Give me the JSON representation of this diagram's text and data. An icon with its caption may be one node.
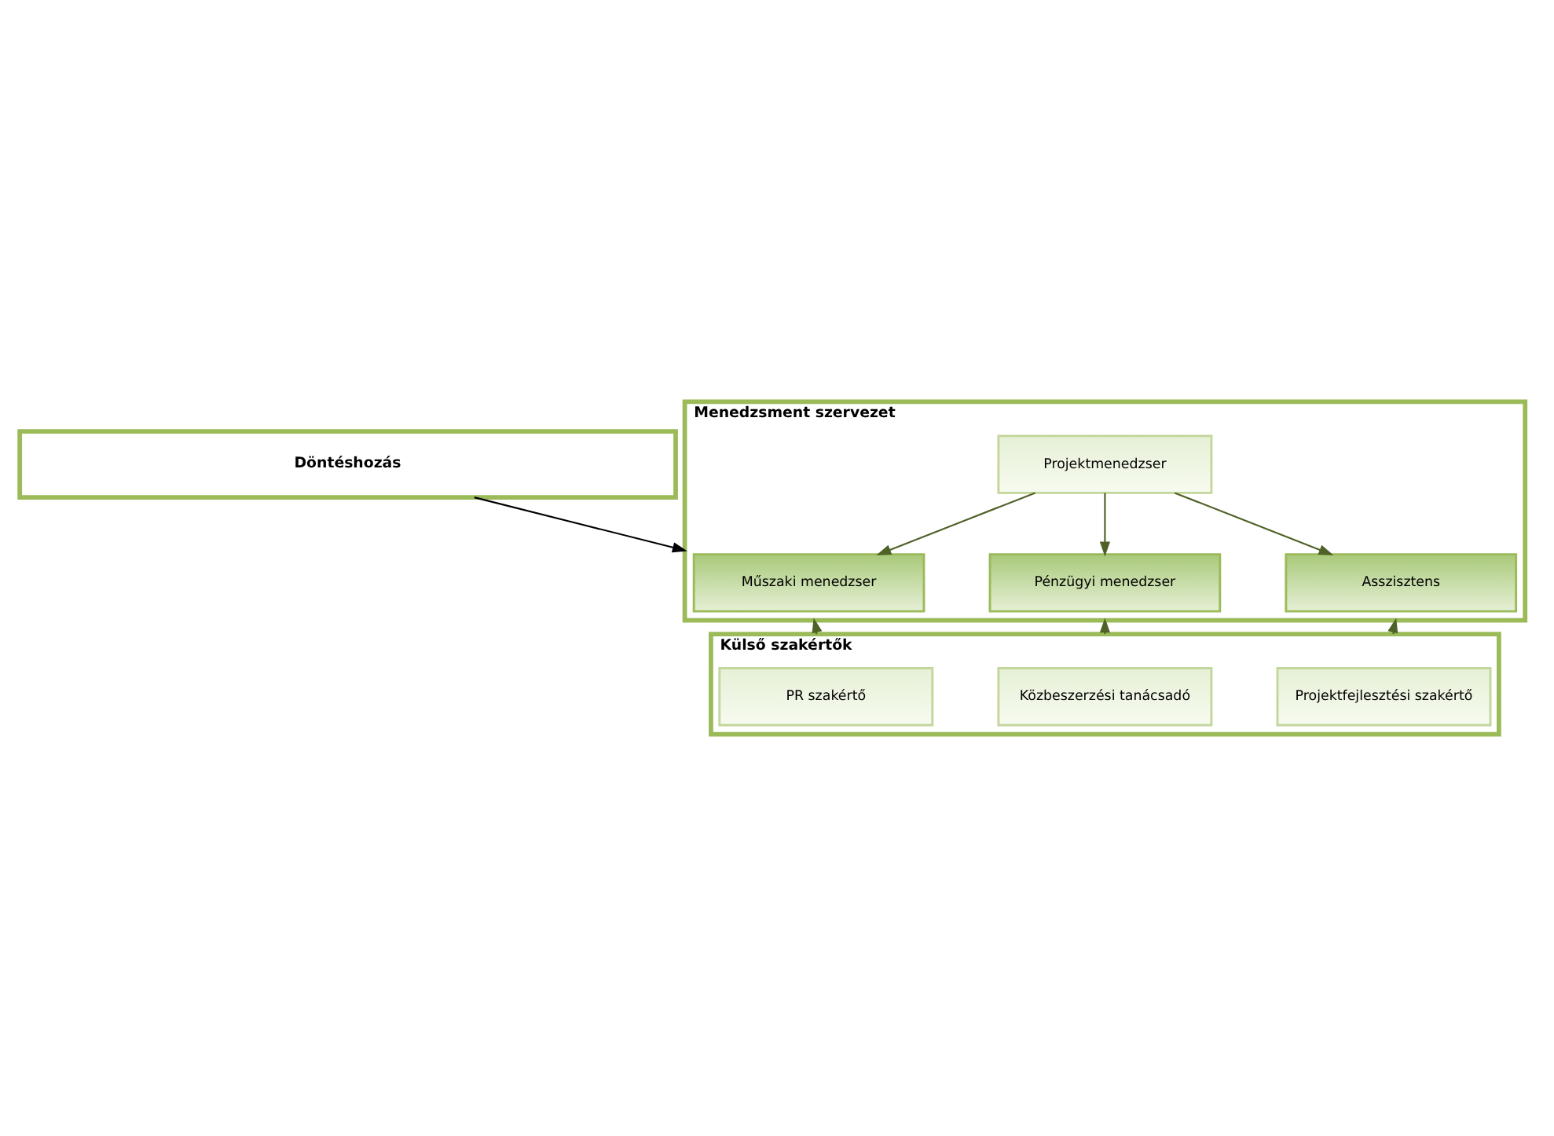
{
  "diagram": {
    "nodes": [
      {
        "text": [
          "Döntéshozás"
        ]
      },
      {
        "text": [
          "Menedzsment szervezet"
        ]
      },
      {
        "text": [
          "Projektmenedzser"
        ],
        "in": 1
      },
      {
        "text": [
          "Műszaki menedzser"
        ],
        "in": 1
      },
      {
        "text": [
          "Pénzügyi menedzser"
        ],
        "in": 1
      },
      {
        "text": [
          "Asszisztens"
        ],
        "in": 1
      },
      {
        "text": [
          "Külső szakértők"
        ]
      },
      {
        "text": [
          "Közbeszerzési tanácsadó"
        ],
        "in": 6
      },
      {
        "text": [
          "Projektfejlesztési szakértő"
        ],
        "in": 6
      },
      {
        "text": [
          "PR szakértő"
        ],
        "in": 6
      }
    ],
    "edges": [
      {
        "from": 0,
        "to": 1,
        "arrow": "to",
        "color": "#000000"
      },
      {
        "from": 2,
        "to": 3,
        "arrow": "to"
      },
      {
        "from": 2,
        "to": 4,
        "arrow": "to"
      },
      {
        "from": 2,
        "to": 5,
        "arrow": "to"
      },
      {
        "from": 6,
        "to": 1,
        "arrow": "to"
      },
      {
        "from": 6,
        "to": 1,
        "arrow": "to"
      },
      {
        "from": 6,
        "to": 1,
        "arrow": "to"
      }
    ]
  }
}
